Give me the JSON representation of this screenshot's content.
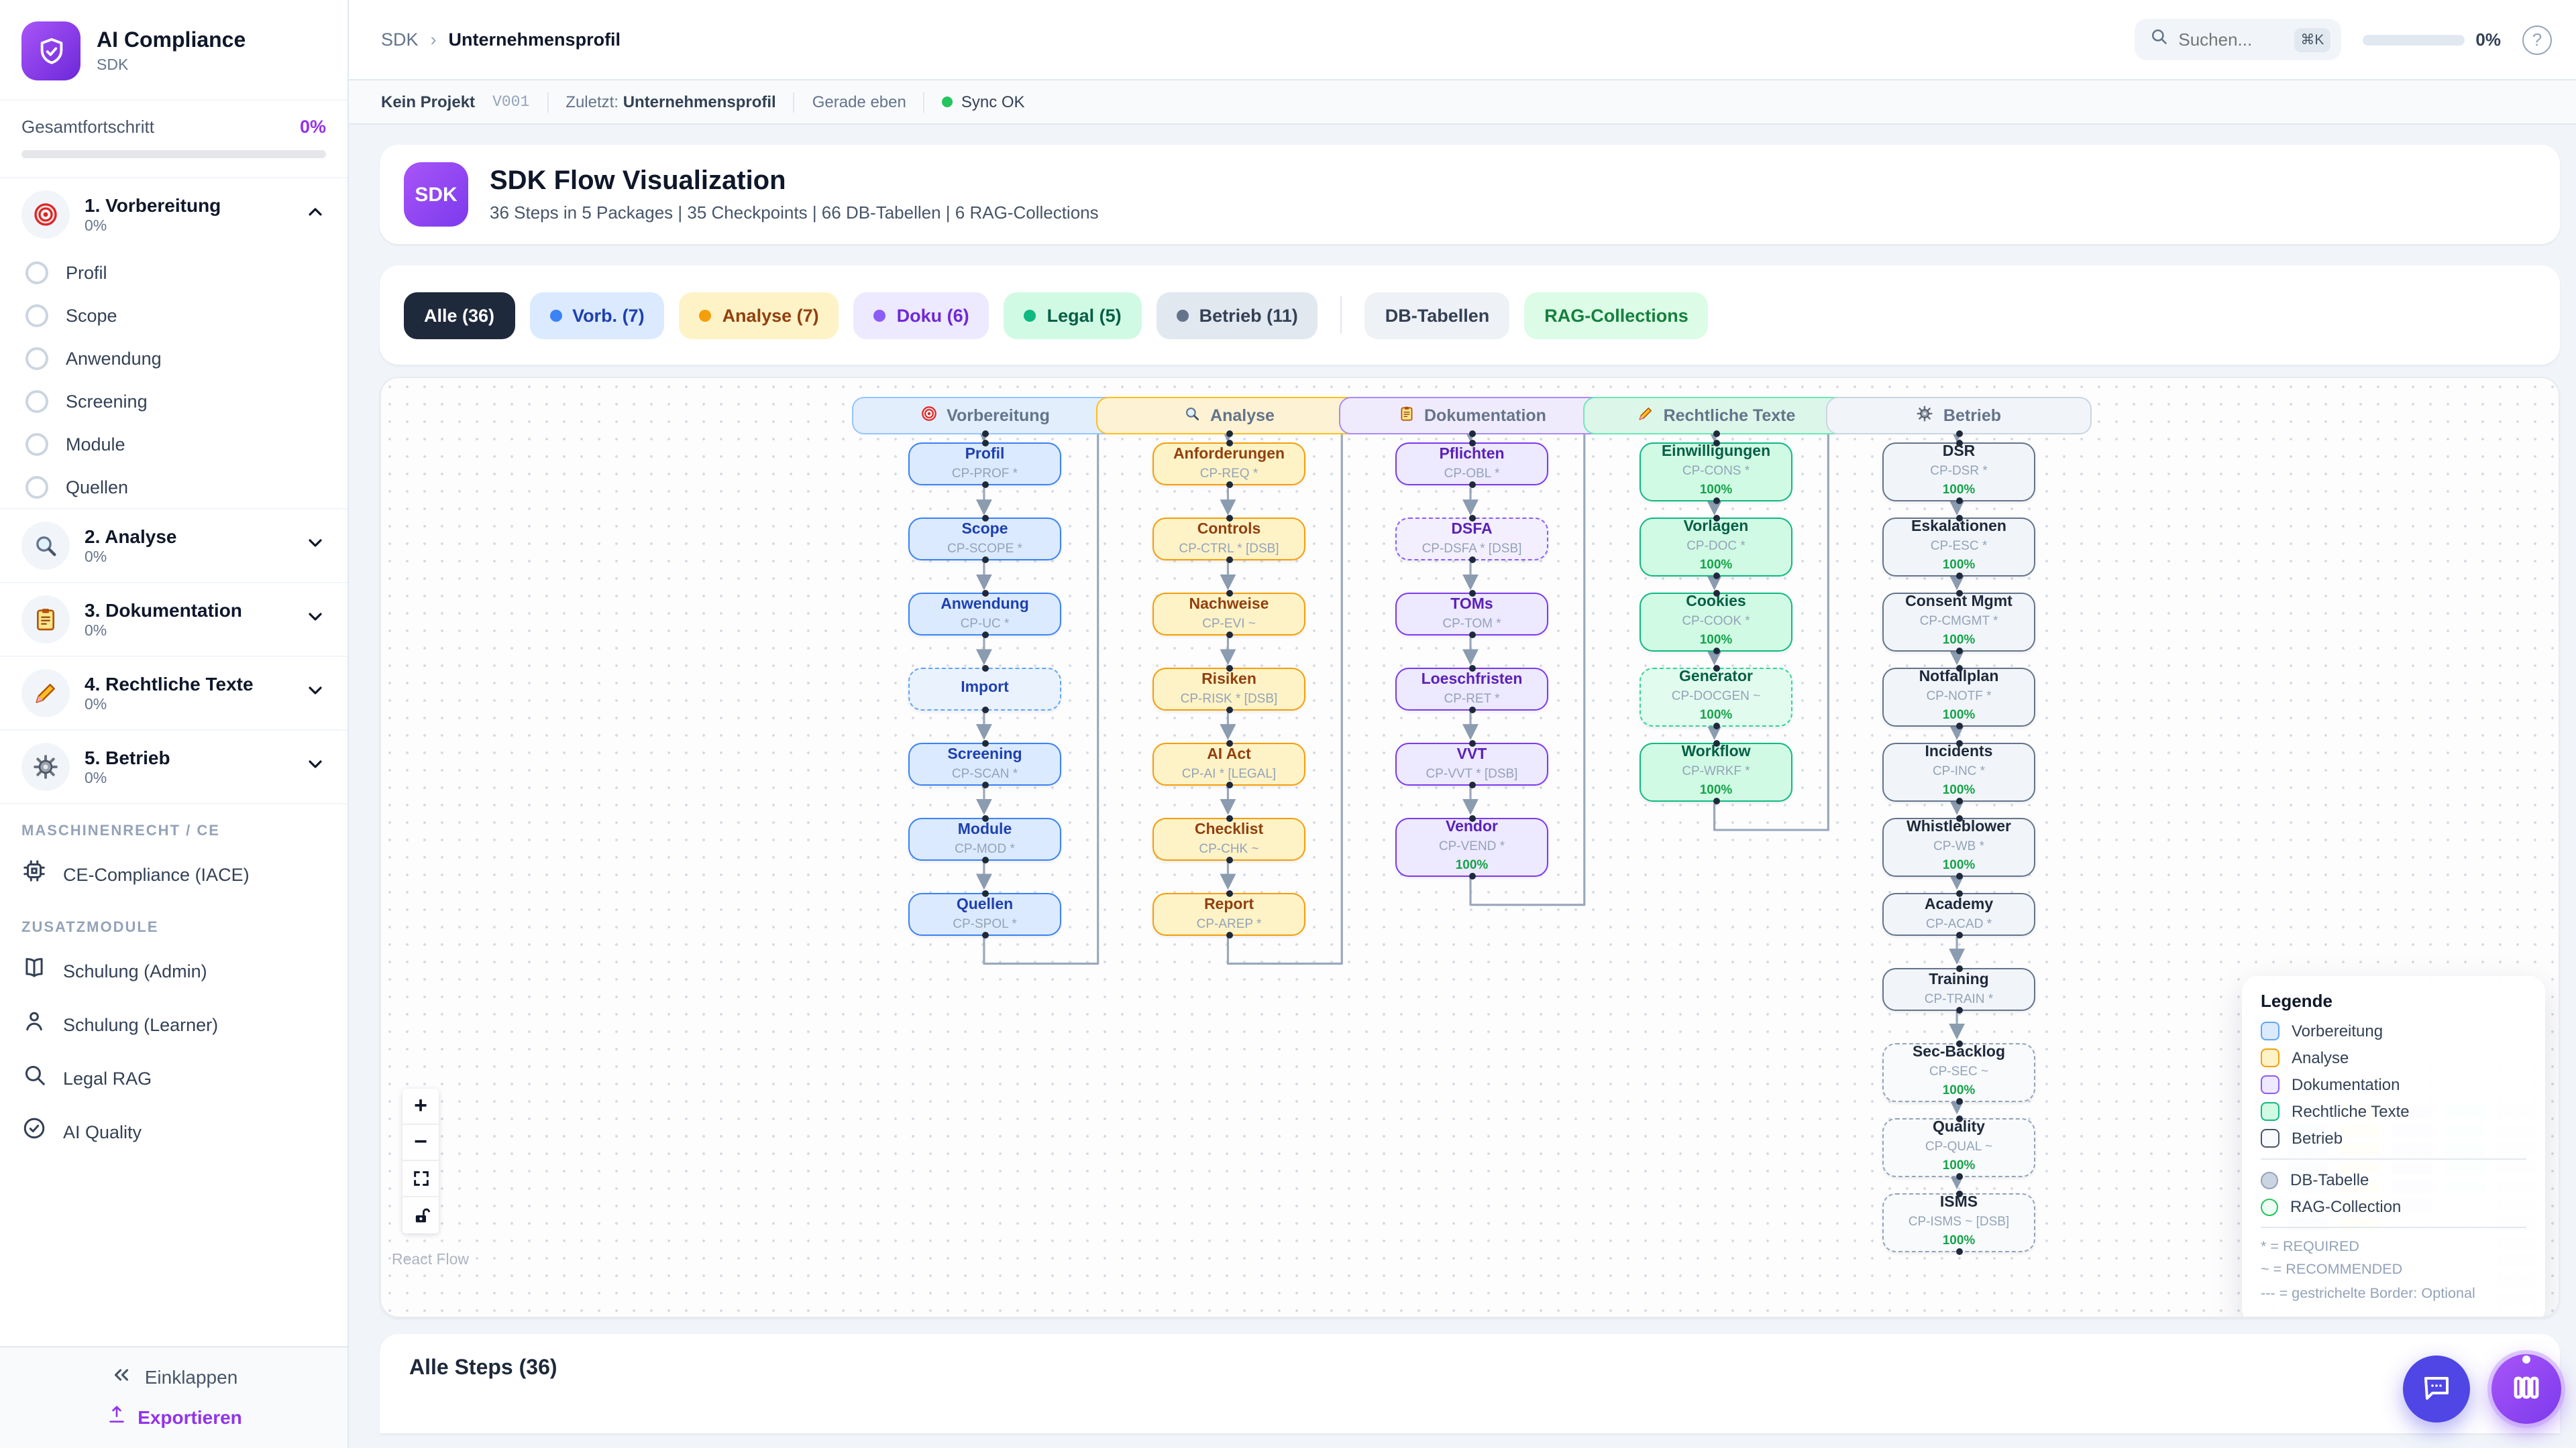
{
  "sidebar": {
    "logo_title": "AI Compliance",
    "logo_subtitle": "SDK",
    "overall_label": "Gesamtfortschritt",
    "overall_value": "0%",
    "sections": [
      {
        "label": "1. Vorbereitung",
        "pct": "0%",
        "icon": "target-icon",
        "expanded": true,
        "items": [
          "Profil",
          "Scope",
          "Anwendung",
          "Screening",
          "Module",
          "Quellen"
        ]
      },
      {
        "label": "2. Analyse",
        "pct": "0%",
        "icon": "magnifier-icon",
        "expanded": false,
        "items": []
      },
      {
        "label": "3. Dokumentation",
        "pct": "0%",
        "icon": "clipboard-icon",
        "expanded": false,
        "items": []
      },
      {
        "label": "4. Rechtliche Texte",
        "pct": "0%",
        "icon": "pencil-icon",
        "expanded": false,
        "items": []
      },
      {
        "label": "5. Betrieb",
        "pct": "0%",
        "icon": "gear-icon",
        "expanded": false,
        "items": []
      }
    ],
    "group1_label": "MASCHINENRECHT / CE",
    "group1_items": [
      {
        "label": "CE-Compliance (IACE)",
        "icon": "cpu-icon"
      }
    ],
    "group2_label": "ZUSATZMODULE",
    "group2_items": [
      {
        "label": "Schulung (Admin)",
        "icon": "book-icon"
      },
      {
        "label": "Schulung (Learner)",
        "icon": "person-icon"
      },
      {
        "label": "Legal RAG",
        "icon": "search-icon"
      },
      {
        "label": "AI Quality",
        "icon": "check-circle-icon"
      }
    ],
    "collapse_label": "Einklappen",
    "export_label": "Exportieren"
  },
  "topbar": {
    "breadcrumb": [
      "SDK",
      "Unternehmensprofil"
    ],
    "search_placeholder": "Suchen...",
    "search_shortcut": "⌘K",
    "progress_value": "0%"
  },
  "statusbar": {
    "project": "Kein Projekt",
    "version": "V001",
    "last_label": "Zuletzt:",
    "last_value": "Unternehmensprofil",
    "time": "Gerade eben",
    "sync": "Sync OK"
  },
  "header": {
    "badge": "SDK",
    "title": "SDK Flow Visualization",
    "subtitle": "36 Steps in 5 Packages | 35 Checkpoints | 66 DB-Tabellen | 6 RAG-Collections"
  },
  "filters": {
    "chips": [
      {
        "label": "Alle (36)",
        "style": "dark",
        "dot": ""
      },
      {
        "label": "Vorb. (7)",
        "style": "vorb",
        "dot": "#3b82f6"
      },
      {
        "label": "Analyse (7)",
        "style": "analyse",
        "dot": "#f59e0b"
      },
      {
        "label": "Doku (6)",
        "style": "doku",
        "dot": "#8b5cf6"
      },
      {
        "label": "Legal (5)",
        "style": "legal",
        "dot": "#10b981"
      },
      {
        "label": "Betrieb (11)",
        "style": "betrieb",
        "dot": "#64748b"
      },
      {
        "label": "DB-Tabellen",
        "style": "db",
        "dot": ""
      },
      {
        "label": "RAG-Collections",
        "style": "rag",
        "dot": ""
      }
    ]
  },
  "flow": {
    "columns": [
      {
        "key": "vorb",
        "label": "Vorbereitung",
        "icon": "target-icon",
        "nodes": [
          {
            "title": "Profil",
            "code": "CP-PROF *",
            "progress": "",
            "dashed": false
          },
          {
            "title": "Scope",
            "code": "CP-SCOPE *",
            "progress": "",
            "dashed": false
          },
          {
            "title": "Anwendung",
            "code": "CP-UC *",
            "progress": "",
            "dashed": false
          },
          {
            "title": "Import",
            "code": "",
            "progress": "",
            "dashed": true
          },
          {
            "title": "Screening",
            "code": "CP-SCAN *",
            "progress": "",
            "dashed": false
          },
          {
            "title": "Module",
            "code": "CP-MOD *",
            "progress": "",
            "dashed": false
          },
          {
            "title": "Quellen",
            "code": "CP-SPOL *",
            "progress": "",
            "dashed": false
          }
        ]
      },
      {
        "key": "analyse",
        "label": "Analyse",
        "icon": "magnifier-icon",
        "nodes": [
          {
            "title": "Anforderungen",
            "code": "CP-REQ *",
            "progress": "",
            "dashed": false
          },
          {
            "title": "Controls",
            "code": "CP-CTRL * [DSB]",
            "progress": "",
            "dashed": false
          },
          {
            "title": "Nachweise",
            "code": "CP-EVI ~",
            "progress": "",
            "dashed": false
          },
          {
            "title": "Risiken",
            "code": "CP-RISK * [DSB]",
            "progress": "",
            "dashed": false
          },
          {
            "title": "AI Act",
            "code": "CP-AI * [LEGAL]",
            "progress": "",
            "dashed": false
          },
          {
            "title": "Checklist",
            "code": "CP-CHK ~",
            "progress": "",
            "dashed": false
          },
          {
            "title": "Report",
            "code": "CP-AREP *",
            "progress": "",
            "dashed": false
          }
        ]
      },
      {
        "key": "doku",
        "label": "Dokumentation",
        "icon": "clipboard-icon",
        "nodes": [
          {
            "title": "Pflichten",
            "code": "CP-OBL *",
            "progress": "",
            "dashed": false
          },
          {
            "title": "DSFA",
            "code": "CP-DSFA * [DSB]",
            "progress": "",
            "dashed": true
          },
          {
            "title": "TOMs",
            "code": "CP-TOM *",
            "progress": "",
            "dashed": false
          },
          {
            "title": "Loeschfristen",
            "code": "CP-RET *",
            "progress": "",
            "dashed": false
          },
          {
            "title": "VVT",
            "code": "CP-VVT * [DSB]",
            "progress": "",
            "dashed": false
          },
          {
            "title": "Vendor",
            "code": "CP-VEND *",
            "progress": "100%",
            "dashed": false
          }
        ]
      },
      {
        "key": "legal",
        "label": "Rechtliche Texte",
        "icon": "pencil-icon",
        "nodes": [
          {
            "title": "Einwilligungen",
            "code": "CP-CONS *",
            "progress": "100%",
            "dashed": false
          },
          {
            "title": "Vorlagen",
            "code": "CP-DOC *",
            "progress": "100%",
            "dashed": false
          },
          {
            "title": "Cookies",
            "code": "CP-COOK *",
            "progress": "100%",
            "dashed": false
          },
          {
            "title": "Generator",
            "code": "CP-DOCGEN ~",
            "progress": "100%",
            "dashed": true
          },
          {
            "title": "Workflow",
            "code": "CP-WRKF *",
            "progress": "100%",
            "dashed": false
          }
        ]
      },
      {
        "key": "betrieb",
        "label": "Betrieb",
        "icon": "gear-icon",
        "nodes": [
          {
            "title": "DSR",
            "code": "CP-DSR *",
            "progress": "100%",
            "dashed": false
          },
          {
            "title": "Eskalationen",
            "code": "CP-ESC *",
            "progress": "100%",
            "dashed": false
          },
          {
            "title": "Consent Mgmt",
            "code": "CP-CMGMT *",
            "progress": "100%",
            "dashed": false
          },
          {
            "title": "Notfallplan",
            "code": "CP-NOTF *",
            "progress": "100%",
            "dashed": false
          },
          {
            "title": "Incidents",
            "code": "CP-INC *",
            "progress": "100%",
            "dashed": false
          },
          {
            "title": "Whistleblower",
            "code": "CP-WB *",
            "progress": "100%",
            "dashed": false
          },
          {
            "title": "Academy",
            "code": "CP-ACAD *",
            "progress": "",
            "dashed": false
          },
          {
            "title": "Training",
            "code": "CP-TRAIN *",
            "progress": "",
            "dashed": false
          },
          {
            "title": "Sec-Backlog",
            "code": "CP-SEC ~",
            "progress": "100%",
            "dashed": true
          },
          {
            "title": "Quality",
            "code": "CP-QUAL ~",
            "progress": "100%",
            "dashed": true
          },
          {
            "title": "ISMS",
            "code": "CP-ISMS ~ [DSB]",
            "progress": "100%",
            "dashed": true
          }
        ]
      }
    ]
  },
  "legend": {
    "title": "Legende",
    "package_items": [
      {
        "label": "Vorbereitung",
        "bg": "#dbeafe",
        "border": "#60a5fa"
      },
      {
        "label": "Analyse",
        "bg": "#fef3c7",
        "border": "#f59e0b"
      },
      {
        "label": "Dokumentation",
        "bg": "#ede9fe",
        "border": "#8b5cf6"
      },
      {
        "label": "Rechtliche Texte",
        "bg": "#d1fae5",
        "border": "#10b981"
      },
      {
        "label": "Betrieb",
        "bg": "#f8fafc",
        "border": "#475569"
      }
    ],
    "shape_items": [
      {
        "label": "DB-Tabelle",
        "bg": "#cbd5e1",
        "border": "#94a3b8"
      },
      {
        "label": "RAG-Collection",
        "bg": "#f0fdf4",
        "border": "#22c55e"
      }
    ],
    "footnotes": [
      "* = REQUIRED",
      "~ = RECOMMENDED",
      "--- = gestrichelte Border: Optional"
    ]
  },
  "canvas": {
    "attribution": "React Flow",
    "zoom_in": "+",
    "zoom_out": "−"
  },
  "steps_panel": {
    "title": "Alle Steps (36)"
  },
  "colors": {
    "accent_purple": "#9333ea",
    "edge": "#9aa8bc",
    "progress_green": "#22c55e",
    "sync_green": "#22c55e"
  }
}
